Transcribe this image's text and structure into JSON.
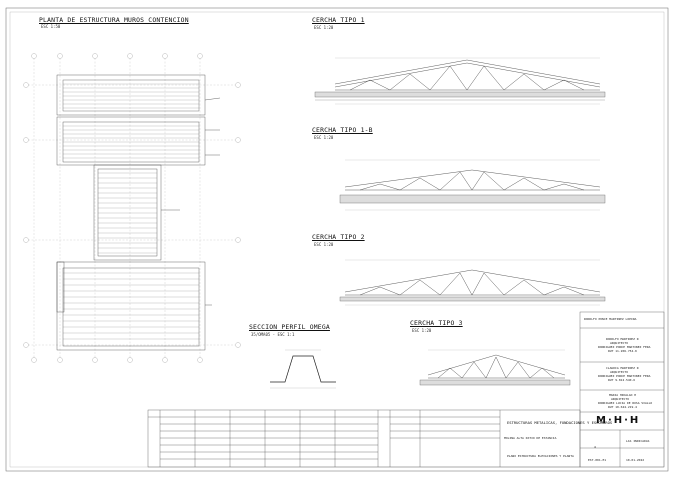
{
  "drawings": {
    "plan": {
      "title": "PLANTA DE ESTRUCTURA MUROS CONTENCION",
      "scale": "ESC 1:50"
    },
    "truss_1": {
      "title": "CERCHA TIPO 1",
      "scale": "ESC 1:20"
    },
    "truss_1b": {
      "title": "CERCHA TIPO 1-B",
      "scale": "ESC 1:20"
    },
    "truss_2": {
      "title": "CERCHA TIPO 2",
      "scale": "ESC 1:20"
    },
    "truss_3": {
      "title": "CERCHA TIPO 3",
      "scale": "ESC 1:20"
    },
    "omega": {
      "title": "SECCION PERFIL OMEGA",
      "scale": "35/OMA05 - ESC 1:1"
    }
  },
  "title_block": {
    "owner": "RODOLFO PONCE MARTINEZ LOPINA",
    "architect_1": [
      "RODOLFO MARTINEZ R",
      "ARQUITECTO",
      "RODRIGUEZ PONCE MARTINEZ FERA",
      "RUT 11.206.754-K"
    ],
    "architect_2": [
      "CLAUDIA MARTINEZ R",
      "ARQUITECTO",
      "RODRIGUEZ PONCE MARTINEZ FERA",
      "RUT 9.812.540-6"
    ],
    "engineer": [
      "MARIA HIDALGO H",
      "ARQUITECTO",
      "RODRIGUEZ LUCIA DE ROSA VIALLO",
      "RUT 10.624.219-4"
    ],
    "project_label": "ESTRUCTURAS METALICAS, FUNDACIONES Y ESCOMBROS",
    "location": "MOLINA ALTA PATIO DE ESTANCIA",
    "sheet_label": "PLANO ESTRUCTURA ELEVACIONES Y PLANTA",
    "firm": "M·H·H",
    "sheet_code": "EST-001-E1",
    "date": "10-01-2022",
    "scale_label": "LAS INDICADAS",
    "lamina": "4"
  }
}
